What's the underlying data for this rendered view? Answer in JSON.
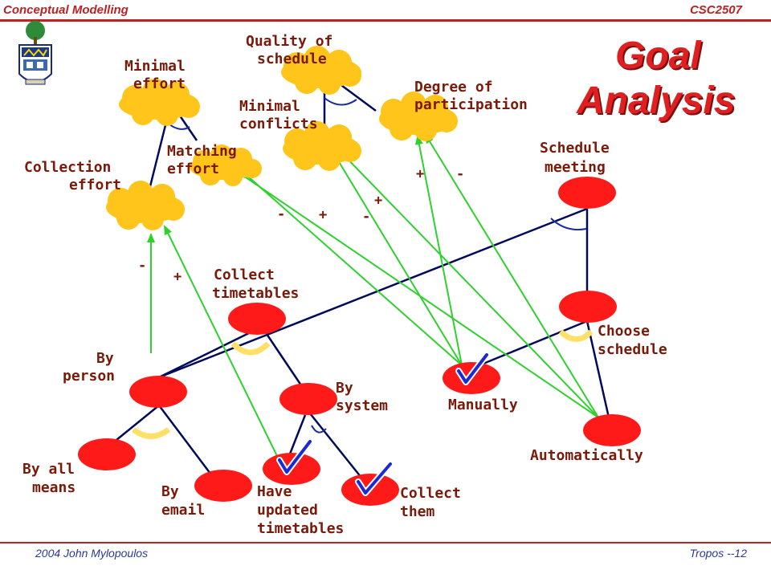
{
  "header": {
    "left": "Conceptual Modelling",
    "right": "CSC2507"
  },
  "footer": {
    "left": "2004 John Mylopoulos",
    "right": "Tropos --12"
  },
  "title": {
    "line1": "Goal",
    "line2": "Analysis"
  },
  "softgoals": {
    "quality": [
      "Quality of",
      "schedule"
    ],
    "minimal_effort": [
      "Minimal",
      "effort"
    ],
    "degree": [
      "Degree of",
      "participation"
    ],
    "minimal_conflicts": [
      "Minimal",
      "conflicts"
    ],
    "matching_effort": [
      "Matching",
      "effort"
    ],
    "collection_effort": [
      "Collection",
      "effort"
    ]
  },
  "goals": {
    "schedule_meeting": [
      "Schedule",
      "meeting"
    ],
    "collect_timetables": [
      "Collect",
      "timetables"
    ],
    "choose_schedule": [
      "Choose",
      "schedule"
    ],
    "by_person": [
      "By",
      "person"
    ],
    "by_system": [
      "By",
      "system"
    ],
    "manually": [
      "Manually"
    ],
    "automatically": [
      "Automatically"
    ],
    "by_all_means": [
      "By all",
      "means"
    ],
    "by_email": [
      "By",
      "email"
    ],
    "have_updated": [
      "Have",
      "updated",
      "timetables"
    ],
    "collect_them": [
      "Collect",
      "them"
    ]
  },
  "contribution_signs": [
    "-",
    "+",
    "-",
    "+",
    "-",
    "+",
    "+",
    "-"
  ],
  "colors": {
    "softgoal": "#ffc51a",
    "goal": "#ff1a1a",
    "link": "#000a5a",
    "contribution": "#2ed12e",
    "checkmark": "#1a2ad6",
    "label": "#7a1a0a",
    "title": "#e02020",
    "and_arc": "#ffe066",
    "or_arc": "#1a2aa0"
  }
}
